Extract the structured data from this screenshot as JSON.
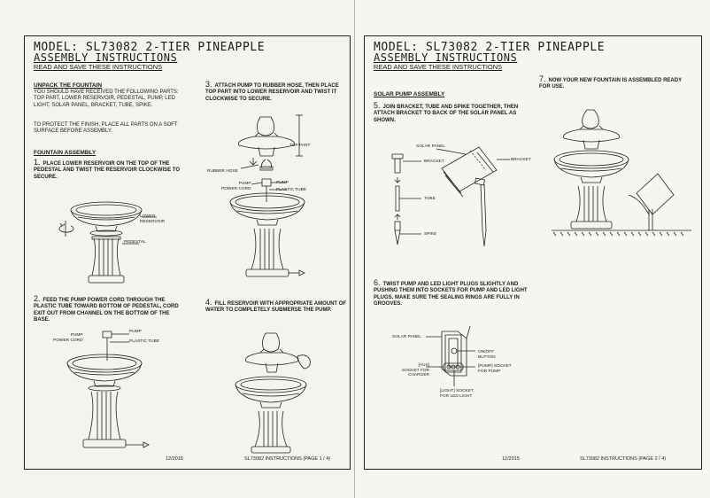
{
  "page1": {
    "model": "MODEL: SL73082 2-TIER PINEAPPLE",
    "assembly": "ASSEMBLY INSTRUCTIONS",
    "read_save": "READ AND SAVE THESE INSTRUCTIONS",
    "unpack": {
      "heading": "UNPACK THE FOUNTAIN",
      "text": "YOU SHOULD HAVE RECEIVED THE FOLLOWING PARTS: TOP PART, LOWER RESERVOIR, PEDESTAL, PUMP, LED LIGHT, SOLAR PANEL, BRACKET, TUBE, SPIKE.",
      "protect": "TO PROTECT THE FINISH, PLACE ALL PARTS ON A SOFT SURFACE BEFORE ASSEMBLY."
    },
    "fountain_assembly": {
      "heading": "FOUNTAIN ASSEMBLY",
      "step1_num": "1.",
      "step1": "PLACE LOWER RESERVOIR ON THE TOP OF THE PEDESTAL AND TWIST THE RESERVOIR CLOCKWISE TO SECURE."
    },
    "step2_num": "2.",
    "step2": "FEED THE PUMP POWER CORD THROUGH THE PLASTIC TUBE TOWARD BOTTOM OF PEDESTAL, CORD EXIT OUT FROM CHANNEL ON THE BOTTOM OF THE BASE.",
    "step3_num": "3.",
    "step3": "ATTACH PUMP TO RUBBER HOSE, THEN PLACE TOP PART INTO LOWER RESERVOIR AND TWIST IT CLOCKWISE TO SECURE.",
    "step4_num": "4.",
    "step4": "FILL RESERVOIR WITH APPROPRIATE AMOUNT OF WATER TO COMPLETELY SUBMERSE THE PUMP.",
    "labels": {
      "lower_reservoir_1": "LOWER",
      "lower_reservoir_2": "RESERVOIR",
      "pedestal": "PEDESTAL",
      "pump": "PUMP",
      "power_cord_1": "PUMP",
      "power_cord_2": "POWER CORD",
      "plastic_tube": "PLASTIC TUBE",
      "top_part": "TOP PART",
      "rubber_hose": "RUBBER HOSE",
      "pump3": "PUMP",
      "power_cord3_1": "PUMP",
      "power_cord3_2": "POWER CORD",
      "plastic_tube3": "PLASTIC TUBE"
    },
    "footer_date": "12/2015",
    "footer_page": "SL73082 INSTRUCTIONS (PAGE 1 / 4)"
  },
  "page2": {
    "model": "MODEL: SL73082 2-TIER PINEAPPLE",
    "assembly": "ASSEMBLY INSTRUCTIONS",
    "read_save": "READ AND SAVE THESE INSTRUCTIONS",
    "solar_heading": "SOLAR PUMP ASSEMBLY",
    "step5_num": "5.",
    "step5": "JOIN BRACKET, TUBE AND SPIKE TOGETHER, THEN ATTACH BRACKET TO BACK OF THE SOLAR PANEL AS SHOWN.",
    "step6_num": "6.",
    "step6": "TWIST PUMP AND LED LIGHT PLUGS SLIGHTLY AND PUSHING THEM INTO SOCKETS FOR PUMP AND LED LIGHT PLUGS. MAKE SURE THE SEALING RINGS ARE FULLY IN GROOVES.",
    "step7_num": "7.",
    "step7": "NOW YOUR NEW FOUNTAIN IS ASSEMBLED READY FOR USE.",
    "labels": {
      "solar_panel": "SOLAR PANEL",
      "bracket_left": "BRACKET",
      "bracket_right": "BRACKET",
      "tube": "TUBE",
      "spike": "SPIKE",
      "solar_panel6": "SOLAR PANEL",
      "on_off_1": "ON/OFF",
      "on_off_2": "BUTTON",
      "aux_1": "[AUX]",
      "aux_2": "SOCKET FOR",
      "aux_3": "CHARGER",
      "pump_socket_1": "[PUMP] SOCKET",
      "pump_socket_2": "FOR PUMP",
      "light_socket_1": "[LIGHT] SOCKET",
      "light_socket_2": "FOR LED LIGHT"
    },
    "footer_date": "12/2015",
    "footer_page": "SL73082 INSTRUCTIONS (PAGE 2 / 4)"
  }
}
